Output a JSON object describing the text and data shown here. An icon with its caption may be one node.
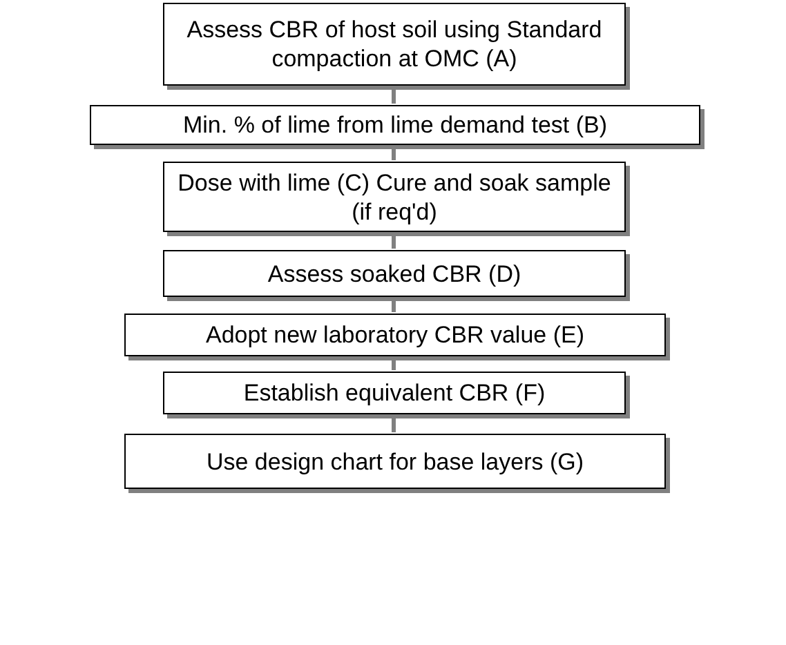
{
  "diagram": {
    "nodes": [
      {
        "text": [
          "Assess CBR of host soil using Standard compaction at OMC (A)"
        ]
      },
      {
        "text": [
          "Min. % of lime from lime demand test (B)"
        ]
      },
      {
        "text": [
          "Dose with lime (C) Cure and soak sample (if req'd)"
        ]
      },
      {
        "text": [
          "Assess soaked CBR (D)"
        ]
      },
      {
        "text": [
          "Adopt new laboratory CBR value (E)"
        ]
      },
      {
        "text": [
          "Establish equivalent CBR (F)"
        ]
      },
      {
        "text": [
          "Use design chart for base layers (G)"
        ]
      }
    ],
    "edges": [
      {
        "from": 0,
        "to": 1,
        "arrow": "none"
      },
      {
        "from": 1,
        "to": 2,
        "arrow": "none"
      },
      {
        "from": 2,
        "to": 3,
        "arrow": "none"
      },
      {
        "from": 3,
        "to": 4,
        "arrow": "none"
      },
      {
        "from": 4,
        "to": 5,
        "arrow": "none"
      },
      {
        "from": 5,
        "to": 6,
        "arrow": "none"
      }
    ]
  }
}
